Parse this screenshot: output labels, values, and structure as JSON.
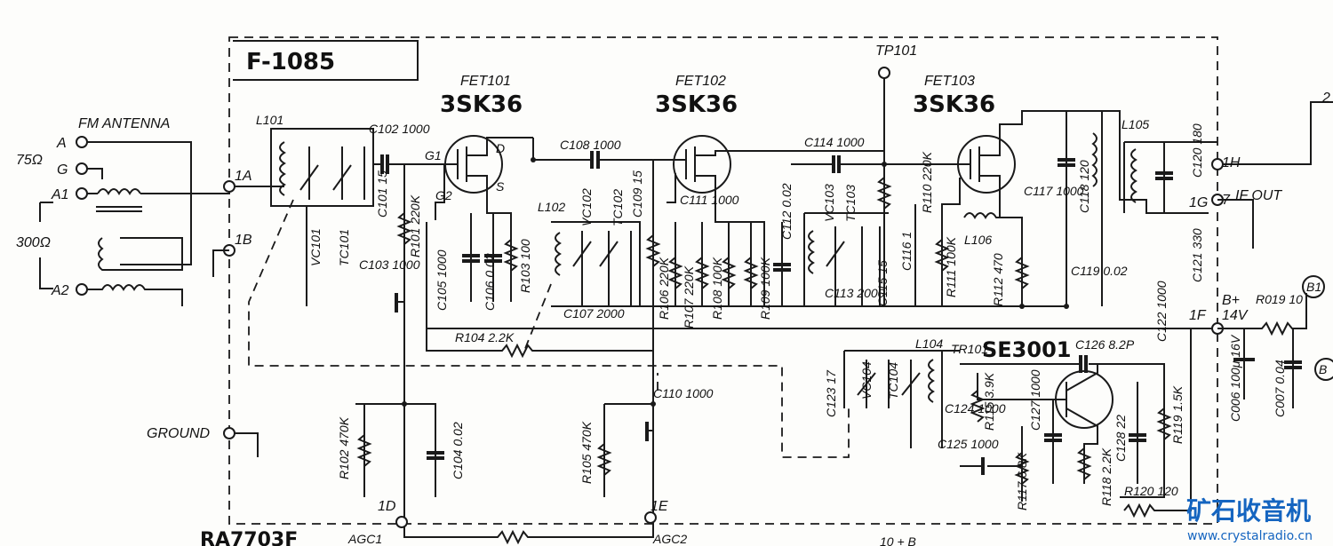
{
  "module": {
    "title": "F-1085",
    "bottom_code": "RA7703F"
  },
  "antenna": {
    "heading": "FM ANTENNA",
    "terms": [
      "A",
      "G",
      "A1",
      "A2"
    ],
    "imp75": "75Ω",
    "imp300": "300Ω",
    "ground": "GROUND"
  },
  "pins": {
    "p1A": "1A",
    "p1B": "1B",
    "p1D": "1D",
    "p1E": "1E",
    "p1F": "1F",
    "p1G": "1G",
    "p1H": "1H",
    "pin7": "7",
    "pin2": "2",
    "tp": "TP101"
  },
  "fets": [
    {
      "name": "FET101",
      "type": "3SK36"
    },
    {
      "name": "FET102",
      "type": "3SK36"
    },
    {
      "name": "FET103",
      "type": "3SK36"
    }
  ],
  "transistor": {
    "name": "TR101",
    "type": "SE3001"
  },
  "labels": {
    "l101": "L101",
    "l102": "L102",
    "l104": "L104",
    "l105": "L105",
    "l106": "L106",
    "c102": "C102 1000",
    "c101": "C101 15",
    "vc101": "VC101",
    "tc101": "TC101",
    "c103": "C103 1000",
    "r101": "R101 220K",
    "g1a": "G1",
    "g2a": "G2",
    "da": "D",
    "sa": "S",
    "c105": "C105 1000",
    "c106": "C106 0.02",
    "r103": "R103 100",
    "c108": "C108 1000",
    "vc102": "VC102",
    "tc102": "TC102",
    "c109": "C109 15",
    "c107": "C107 2000",
    "r104": "R104 2.2K",
    "r106": "R106 220K",
    "r107": "R107 220K",
    "r108": "R108 100K",
    "c111": "C111 1000",
    "r109": "R109 100K",
    "c112": "C112 0.02",
    "c114": "C114 1000",
    "vc103": "VC103",
    "tc103": "TC103",
    "c113": "C113 2000",
    "c115": "C115 15",
    "r110": "R110 220K",
    "c116": "C116 1",
    "r111": "R111 100K",
    "c117": "C117 1000",
    "r112": "R112 470",
    "c118": "C118 120",
    "c119": "C119 0.02",
    "c120": "C120 180",
    "c121": "C121 330",
    "if_out": "IF OUT",
    "c122": "C122 1000",
    "bplus": "B+",
    "volt": "14V",
    "r019": "R019 10",
    "c006": "C006 100μ 16V",
    "c007": "C007 0.04",
    "b1": "B1",
    "b2": "B",
    "c123": "C123 17",
    "vc104": "VC104",
    "tc104": "TC104",
    "c124": "C124 1000",
    "c126": "C126 8.2P",
    "r115": "R115 3.9K",
    "c125": "C125 1000",
    "c127": "C127 1000",
    "r117": "R117 6.8K",
    "r118": "R118 2.2K",
    "c128": "C128 22",
    "r119": "R119 1.5K",
    "r120": "R120 120",
    "r102": "R102 470K",
    "c104": "C104 0.02",
    "r105": "R105 470K",
    "c110": "C110 1000",
    "agc1": "AGC1",
    "agc2": "AGC2",
    "b10": "10 + B"
  },
  "watermark": {
    "cn": "矿石收音机",
    "url": "www.crystalradio.cn"
  },
  "colors": {
    "ink": "#1a1a1a",
    "paper": "#fdfdfb",
    "watermark": "#1565c0"
  }
}
